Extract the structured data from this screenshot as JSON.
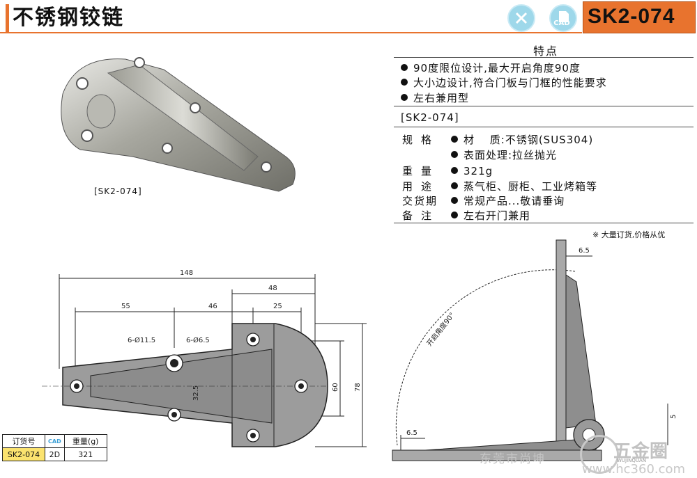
{
  "header": {
    "title": "不锈钢铰链",
    "model": "SK2-074",
    "icon_1_label": "",
    "icon_2_label": "CAD",
    "accent_color": "#e8732e",
    "icon_color": "#9ed8ea"
  },
  "features": {
    "title": "特点",
    "items": [
      "90度限位设计,最大开启角度90度",
      "大小边设计,符合门板与门框的性能要求",
      "左右兼用型"
    ]
  },
  "specs": {
    "model_code": "[SK2-074]",
    "rows": [
      {
        "label": "规格",
        "value": "材　 质:不锈钢(SUS304)"
      },
      {
        "label": "",
        "value": "表面处理:拉丝抛光"
      },
      {
        "label": "重量",
        "value": "321g"
      },
      {
        "label": "用途",
        "value": "蒸气柜、厨柜、工业烤箱等"
      },
      {
        "label": "交货期",
        "value": "常规产品...敬请垂询"
      },
      {
        "label": "备注",
        "value": "左右开门兼用"
      }
    ],
    "bulk_note": "※ 大量订货,价格从优"
  },
  "photo": {
    "caption": "[SK2-074]"
  },
  "drawing": {
    "dim_total": "148",
    "dim_48": "48",
    "dim_55": "55",
    "dim_46": "46",
    "dim_25": "25",
    "hole_large": "6-Ø11.5",
    "hole_small": "6-Ø6.5",
    "dim_32_5": "32.5",
    "dim_60": "60",
    "dim_78": "78",
    "side_6_5_top": "6.5",
    "side_6_5_left": "6.5",
    "side_5": "5",
    "angle_label": "开启角度90°"
  },
  "order_table": {
    "headers": [
      "订货号",
      "CAD",
      "重量(g)"
    ],
    "row": [
      "SK2-074",
      "2D",
      "321"
    ]
  },
  "watermark": {
    "left": "东莞市尚坤",
    "brand": "五金圈",
    "url": "www.hc360.com",
    "sub": "WUJINQUAN"
  }
}
